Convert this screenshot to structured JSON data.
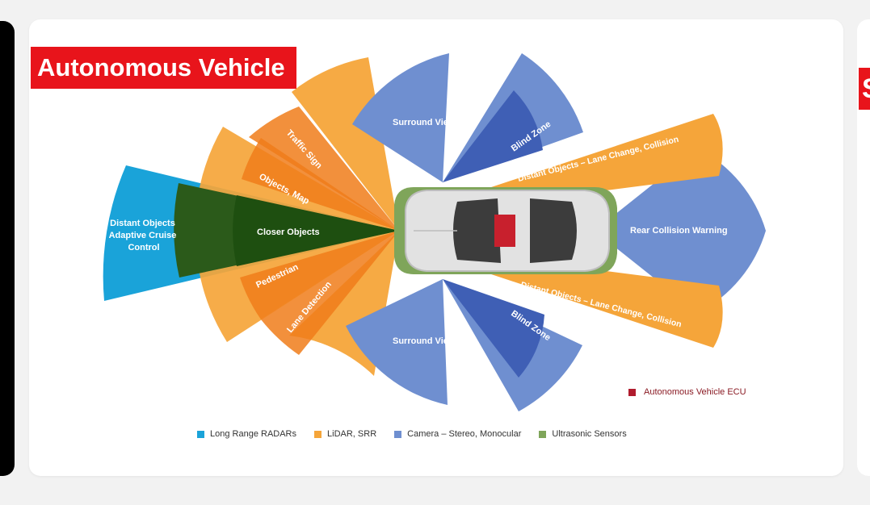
{
  "title": "Autonomous Vehicle",
  "next_card_title": "S",
  "zones": {
    "long_range": "Distant Objects\nAdaptive Cruise\nControl",
    "traffic_sign": "Traffic Sign",
    "objects_map": "Objects, Map",
    "closer_objects": "Closer Objects",
    "pedestrian": "Pedestrian",
    "lane_detection": "Lane Detection",
    "surround_view_top": "Surround View",
    "blind_zone_top": "Blind Zone",
    "distant_top": "Distant Objects – Lane Change, Collision",
    "rear_collision": "Rear Collision Warning",
    "distant_bottom": "Distant Objects – Lane Change, Collision",
    "surround_view_bottom": "Surround View",
    "blind_zone_bottom": "Blind Zone"
  },
  "ecu_label": "Autonomous Vehicle ECU",
  "legend": [
    {
      "label": "Long Range RADARs",
      "color": "#1aa3d9"
    },
    {
      "label": "LiDAR, SRR",
      "color": "#f5a53a"
    },
    {
      "label": "Camera – Stereo, Monocular",
      "color": "#6f8fd0"
    },
    {
      "label": "Ultrasonic Sensors",
      "color": "#7fa55a"
    }
  ],
  "colors": {
    "radar": "#1aa3d9",
    "lidar": "#f5a53a",
    "camera": "#6f8fd0",
    "ultrasonic": "#7fa55a",
    "ecu": "#b01c2e",
    "title_bg": "#e8141b"
  }
}
